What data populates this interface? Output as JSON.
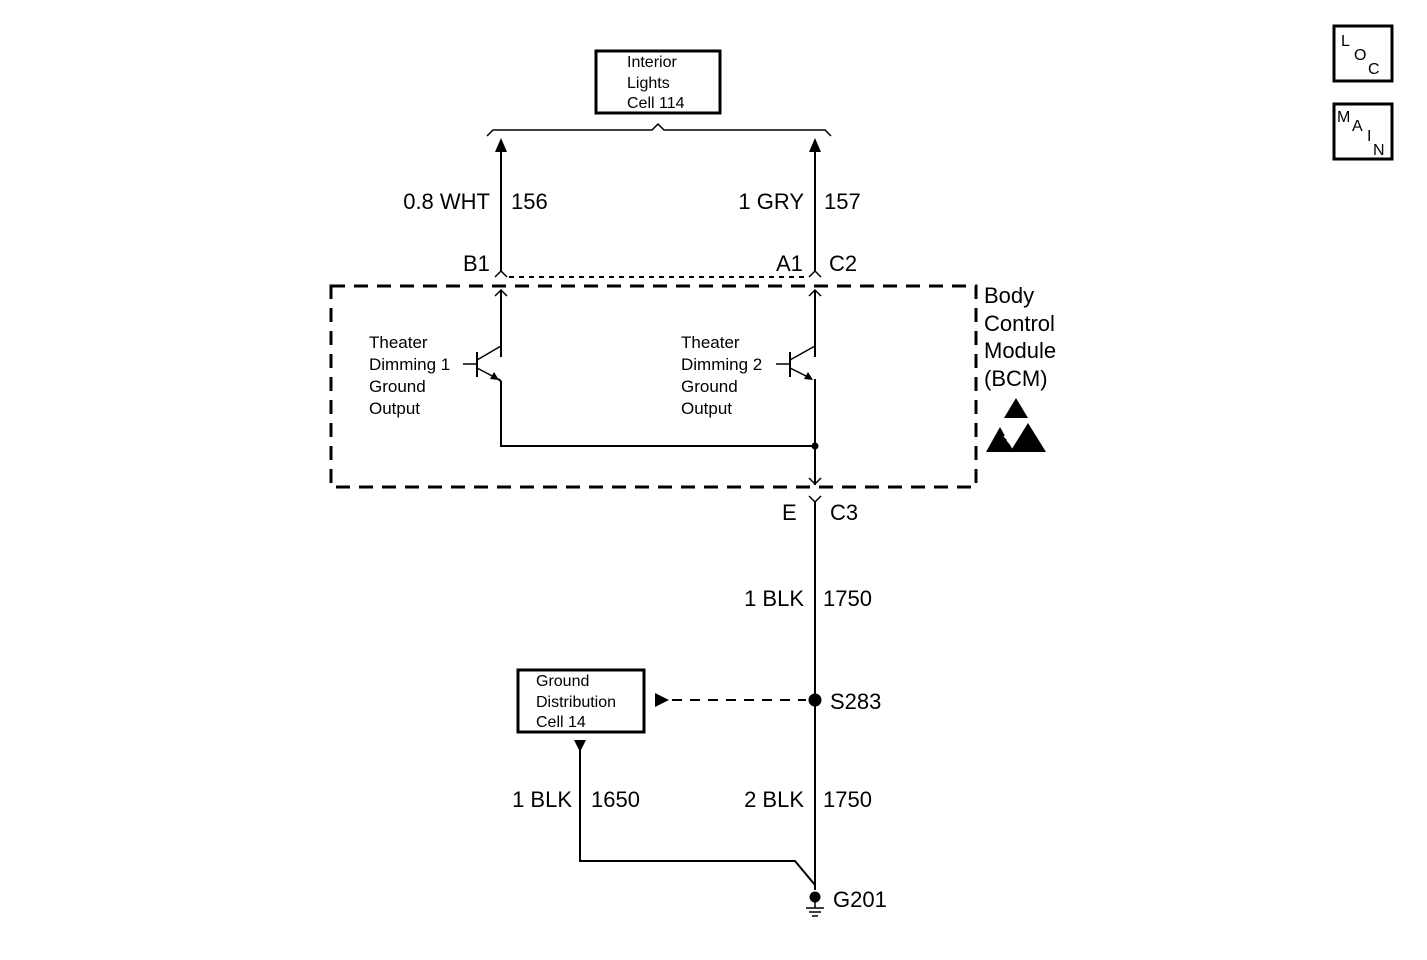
{
  "nav": {
    "loc": [
      "L",
      "O",
      "C"
    ],
    "main": [
      "M",
      "A",
      "I",
      "N"
    ]
  },
  "interior_lights": {
    "lines": [
      "Interior",
      "Lights",
      "Cell 114"
    ]
  },
  "ground_distribution": {
    "lines": [
      "Ground",
      "Distribution",
      "Cell 14"
    ]
  },
  "wires": {
    "w156": {
      "color": "0.8 WHT",
      "circuit": "156"
    },
    "w157": {
      "color": "1 GRY",
      "circuit": "157"
    },
    "w1750a": {
      "color": "1 BLK",
      "circuit": "1750"
    },
    "w1750b": {
      "color": "2 BLK",
      "circuit": "1750"
    },
    "w1650": {
      "color": "1 BLK",
      "circuit": "1650"
    }
  },
  "connectors": {
    "b1": "B1",
    "a1": "A1",
    "c2": "C2",
    "e": "E",
    "c3": "C3"
  },
  "module": {
    "lines": [
      "Body",
      "Control",
      "Module",
      "(BCM)"
    ]
  },
  "transistor1": {
    "lines": [
      "Theater",
      "Dimming 1",
      "Ground",
      "Output"
    ]
  },
  "transistor2": {
    "lines": [
      "Theater",
      "Dimming 2",
      "Ground",
      "Output"
    ]
  },
  "splice": {
    "label": "S283"
  },
  "ground": {
    "label": "G201"
  }
}
